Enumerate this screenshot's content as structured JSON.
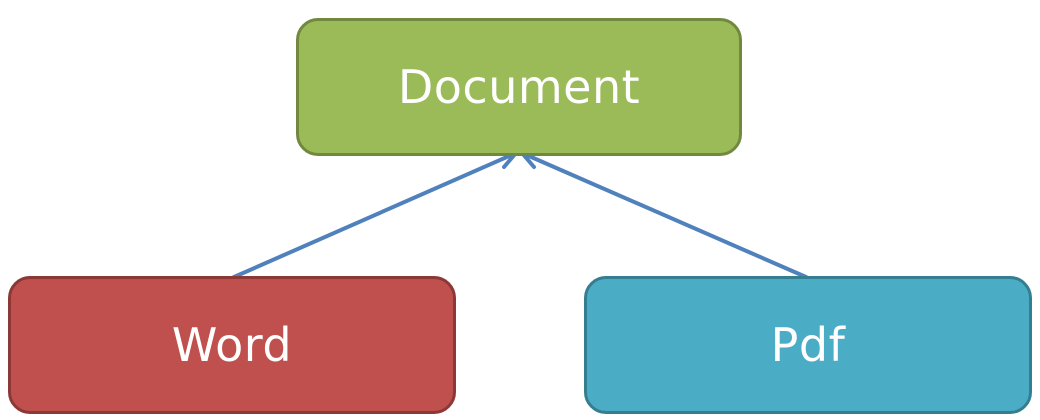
{
  "nodes": {
    "document": {
      "label": "Document",
      "fill": "#9BBB59",
      "border": "#71893F"
    },
    "word": {
      "label": "Word",
      "fill": "#C0504D",
      "border": "#8C3836"
    },
    "pdf": {
      "label": "Pdf",
      "fill": "#4BACC6",
      "border": "#357D91"
    }
  },
  "edges": [
    {
      "from": "word",
      "to": "document"
    },
    {
      "from": "pdf",
      "to": "document"
    }
  ],
  "edge_color": "#4F81BD"
}
